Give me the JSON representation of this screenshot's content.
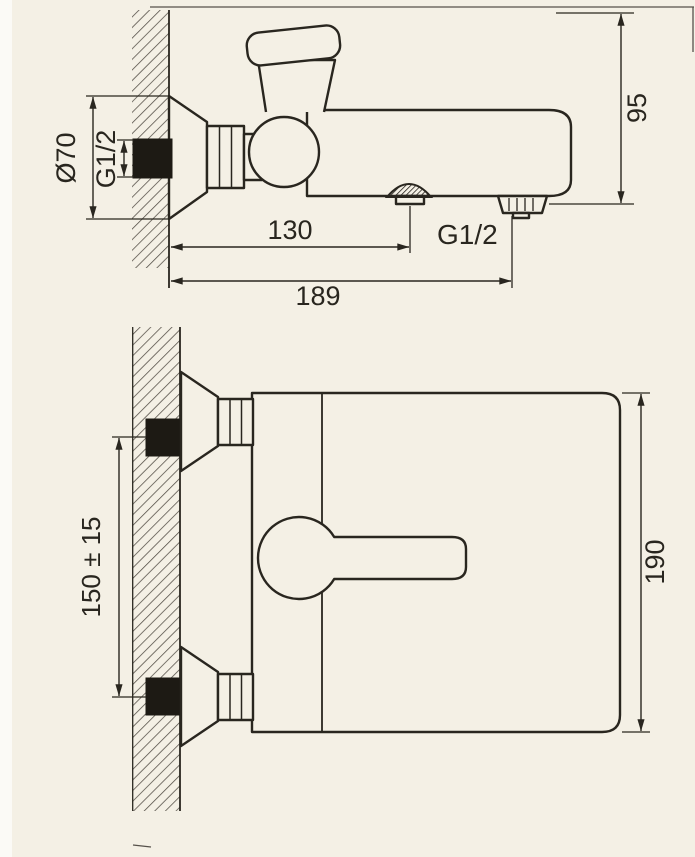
{
  "drawing": {
    "ink_color": "#29261f",
    "paper_color": "#f4f0e5",
    "side_view": {
      "dia_label": "Ø70",
      "wall_thread_label": "G1/2",
      "depth_to_diverter": "130",
      "spout_thread_label": "G1/2",
      "total_depth": "189",
      "body_height": "95"
    },
    "front_view": {
      "inlet_spacing": "150 ± 15",
      "total_height": "190"
    }
  }
}
